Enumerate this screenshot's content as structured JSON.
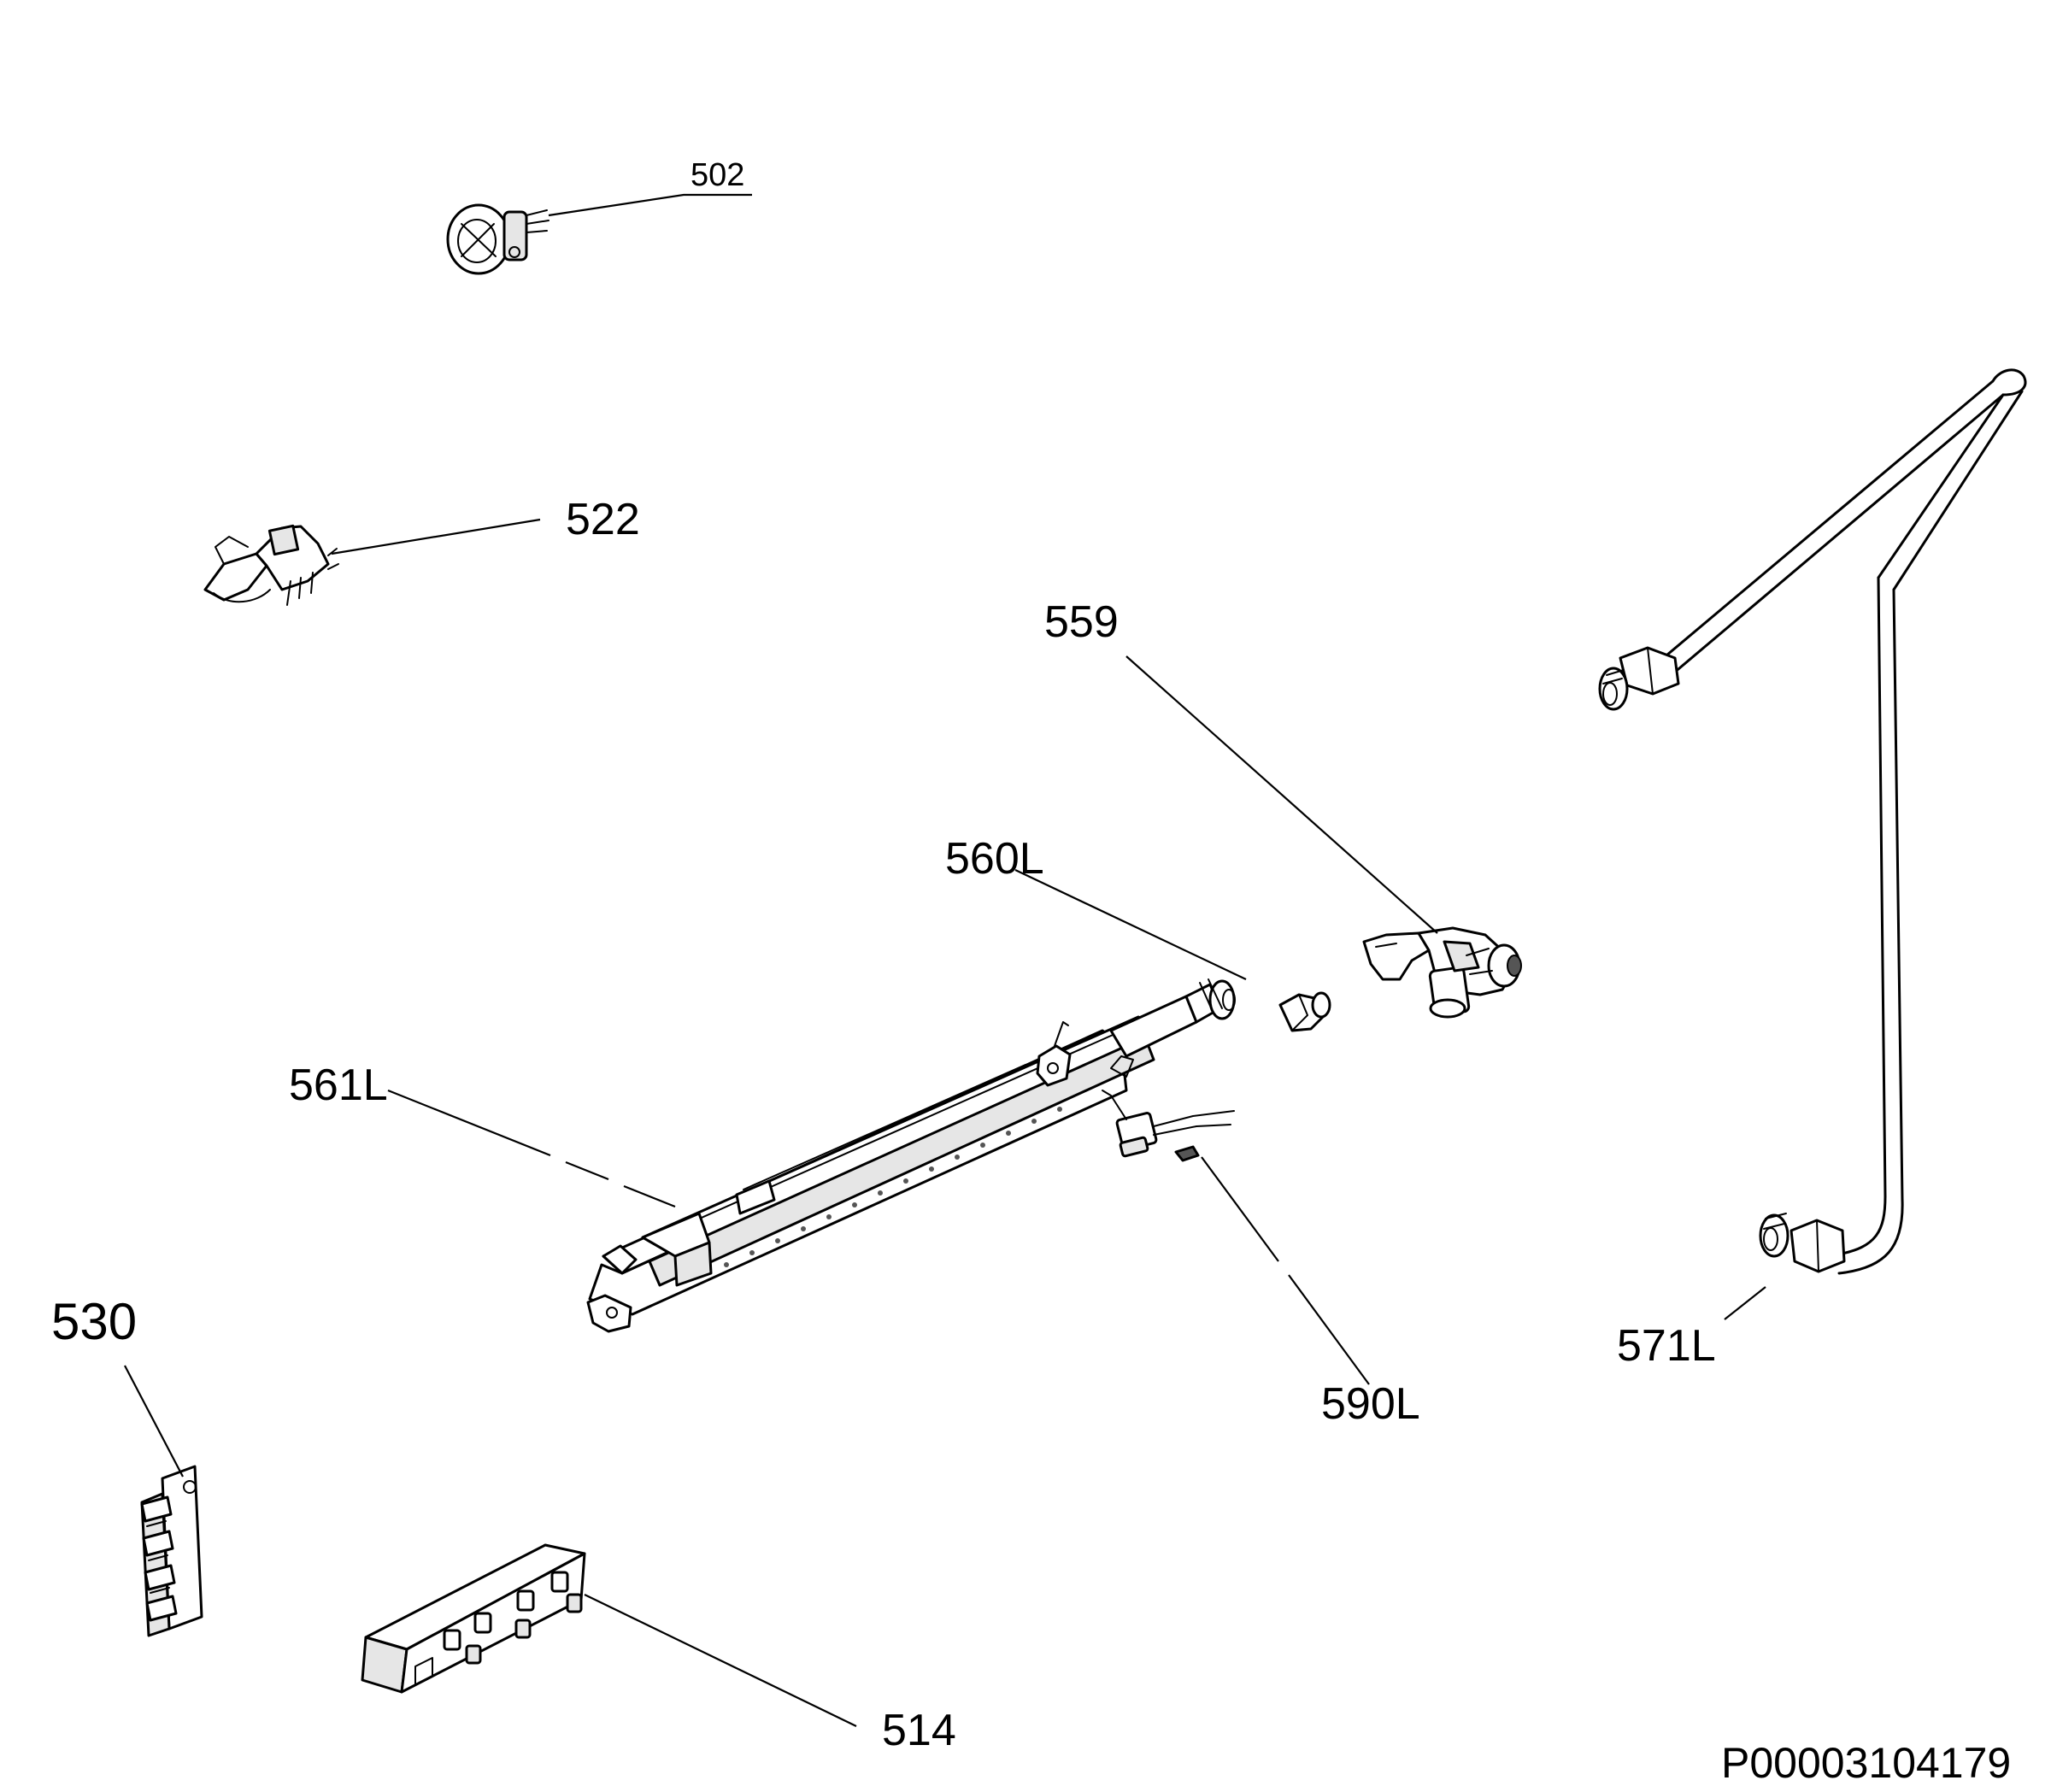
{
  "labels": {
    "l502": "502",
    "l522": "522",
    "l559": "559",
    "l560L": "560L",
    "l561L": "561L",
    "l530": "530",
    "l571L": "571L",
    "l590L": "590L",
    "l514": "514"
  },
  "footer": {
    "drawing_id": "P00003104179"
  }
}
